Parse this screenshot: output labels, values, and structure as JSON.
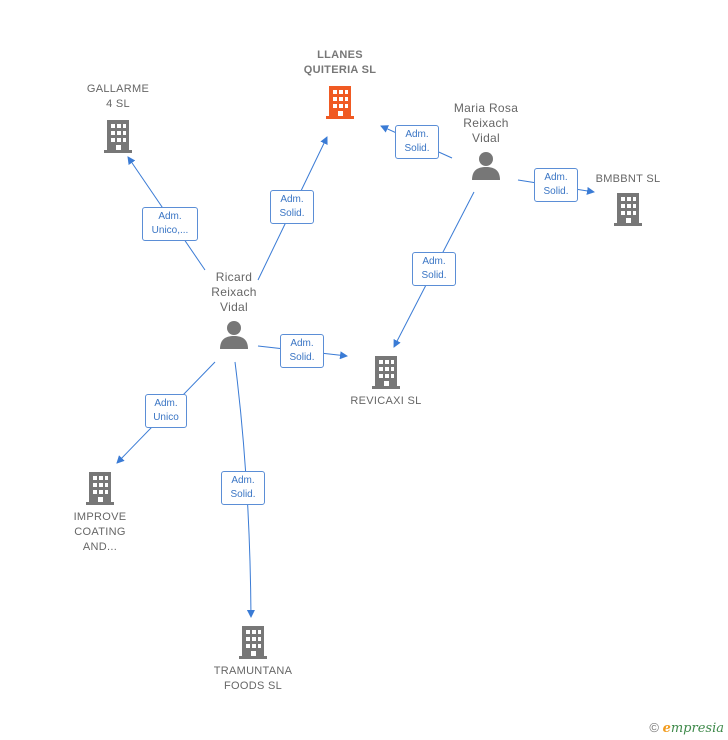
{
  "nodes": {
    "llanes": {
      "label": "LLANES\nQUITERIA  SL",
      "kind": "company",
      "color": "#f05a23"
    },
    "gallarme": {
      "label": "GALLARME\n4 SL",
      "kind": "company",
      "color": "#777777"
    },
    "bmbbnt": {
      "label": "BMBBNT  SL",
      "kind": "company",
      "color": "#777777"
    },
    "revicaxi": {
      "label": "REVICAXI  SL",
      "kind": "company",
      "color": "#777777"
    },
    "improve": {
      "label": "IMPROVE\nCOATING\nAND...",
      "kind": "company",
      "color": "#777777"
    },
    "tramuntana": {
      "label": "TRAMUNTANA\nFOODS  SL",
      "kind": "company",
      "color": "#777777"
    },
    "maria": {
      "label": "Maria Rosa\nReixach\nVidal",
      "kind": "person",
      "color": "#777777"
    },
    "ricard": {
      "label": "Ricard\nReixach\nVidal",
      "kind": "person",
      "color": "#777777"
    }
  },
  "edges": {
    "ricard_gallarme": "Adm.\nUnico,...",
    "ricard_llanes": "Adm.\nSolid.",
    "maria_llanes": "Adm.\nSolid.",
    "maria_bmbbnt": "Adm.\nSolid.",
    "maria_revicaxi": "Adm.\nSolid.",
    "ricard_revicaxi": "Adm.\nSolid.",
    "ricard_improve": "Adm.\nUnico",
    "ricard_tramuntana": "Adm.\nSolid."
  },
  "colors": {
    "edge": "#3a7bd5",
    "accent_company": "#f05a23",
    "node": "#777777"
  },
  "icons": {
    "company": "building-icon",
    "person": "person-icon"
  },
  "brand": {
    "copyright": "©",
    "e": "e",
    "rest": "mpresia"
  }
}
